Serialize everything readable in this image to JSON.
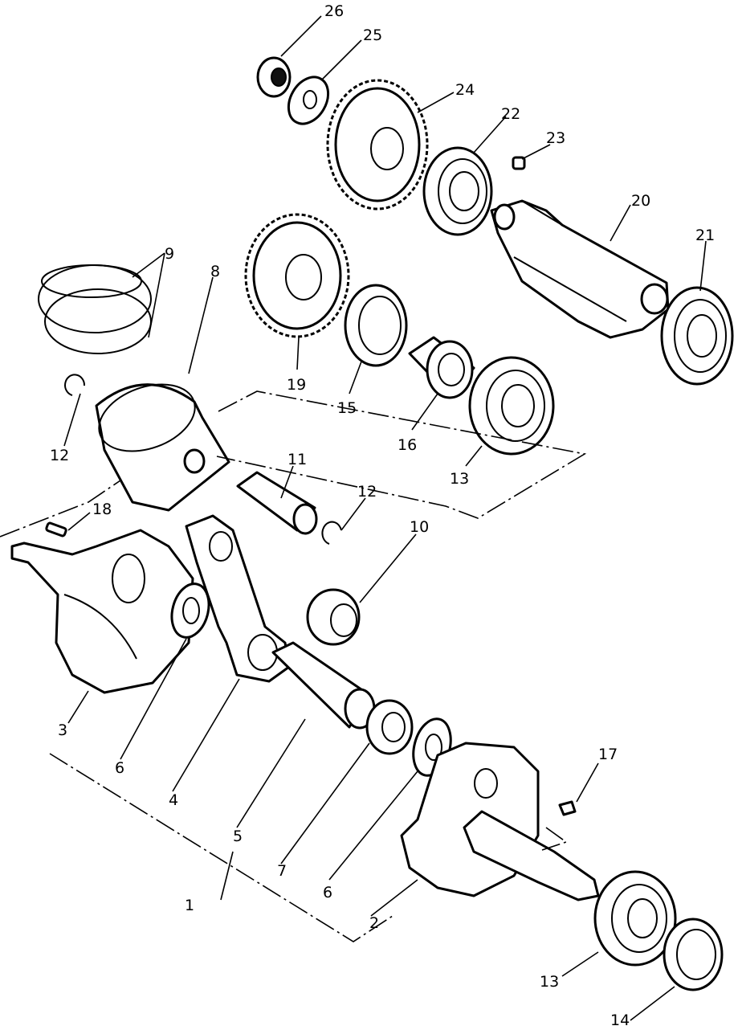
{
  "diagram": {
    "callouts": [
      {
        "id": "c26",
        "text": "26"
      },
      {
        "id": "c25",
        "text": "25"
      },
      {
        "id": "c24",
        "text": "24"
      },
      {
        "id": "c22",
        "text": "22"
      },
      {
        "id": "c23",
        "text": "23"
      },
      {
        "id": "c20",
        "text": "20"
      },
      {
        "id": "c21",
        "text": "21"
      },
      {
        "id": "c9",
        "text": "9"
      },
      {
        "id": "c8",
        "text": "8"
      },
      {
        "id": "c19",
        "text": "19"
      },
      {
        "id": "c15",
        "text": "15"
      },
      {
        "id": "c16",
        "text": "16"
      },
      {
        "id": "c13a",
        "text": "13"
      },
      {
        "id": "c12a",
        "text": "12"
      },
      {
        "id": "c11",
        "text": "11"
      },
      {
        "id": "c12b",
        "text": "12"
      },
      {
        "id": "c18",
        "text": "18"
      },
      {
        "id": "c10",
        "text": "10"
      },
      {
        "id": "c3",
        "text": "3"
      },
      {
        "id": "c6a",
        "text": "6"
      },
      {
        "id": "c4",
        "text": "4"
      },
      {
        "id": "c5",
        "text": "5"
      },
      {
        "id": "c1",
        "text": "1"
      },
      {
        "id": "c7",
        "text": "7"
      },
      {
        "id": "c6b",
        "text": "6"
      },
      {
        "id": "c2",
        "text": "2"
      },
      {
        "id": "c17",
        "text": "17"
      },
      {
        "id": "c13b",
        "text": "13"
      },
      {
        "id": "c14",
        "text": "14"
      }
    ]
  }
}
